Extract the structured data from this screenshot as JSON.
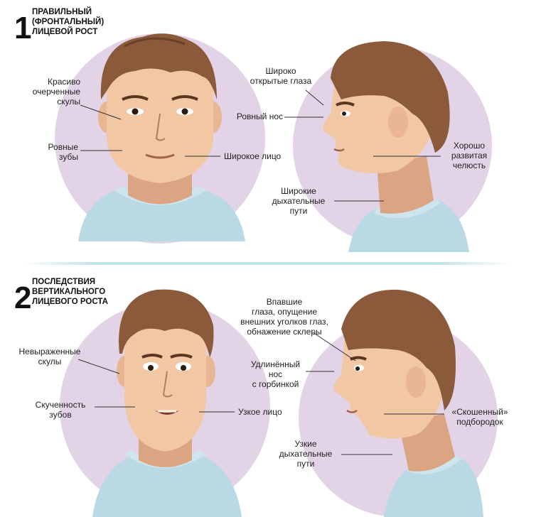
{
  "sections": [
    {
      "number": "1",
      "heading": [
        "ПРАВИЛЬНЫЙ",
        "(ФРОНТАЛЬНЫЙ)",
        "ЛИЦЕВОЙ РОСТ"
      ],
      "front_labels": {
        "cheekbones": [
          "Красиво",
          "очерченные",
          "скулы"
        ],
        "teeth": [
          "Ровные",
          "зубы"
        ],
        "face": "Широкое лицо"
      },
      "profile_labels": {
        "eyes": [
          "Широко",
          "открытые глаза"
        ],
        "nose": "Ровный нос",
        "jaw": [
          "Хорошо",
          "развитая",
          "челюсть"
        ],
        "airways": [
          "Широкие",
          "дыхательные",
          "пути"
        ]
      }
    },
    {
      "number": "2",
      "heading": [
        "ПОСЛЕДСТВИЯ",
        "ВЕРТИКАЛЬНОГО",
        "ЛИЦЕВОГО РОСТА"
      ],
      "front_labels": {
        "cheekbones": [
          "Невыраженные",
          "скулы"
        ],
        "teeth": [
          "Скученность",
          "зубов"
        ],
        "face": "Узкое лицо"
      },
      "profile_labels": {
        "eyes": [
          "Впавшие",
          "глаза, опущение",
          "внешних уголков глаз,",
          "обнажение склеры"
        ],
        "nose": [
          "Удлинённый",
          "нос",
          "с горбинкой"
        ],
        "chin": [
          "«Скошенный»",
          "подбородок"
        ],
        "airways": [
          "Узкие",
          "дыхательные",
          "пути"
        ]
      }
    }
  ],
  "colors": {
    "circle": "#e3d3e6",
    "skin": "#f2c7a4",
    "skin_shade": "#dba583",
    "hair": "#8a5a3a",
    "hair_dark": "#6b4228",
    "shirt": "#b9d9e4",
    "shirt_collar": "#cfe5ee",
    "divider": "#bfe3e8",
    "line": "#333333"
  },
  "icons": [
    "front-face-illustration",
    "profile-face-illustration"
  ]
}
